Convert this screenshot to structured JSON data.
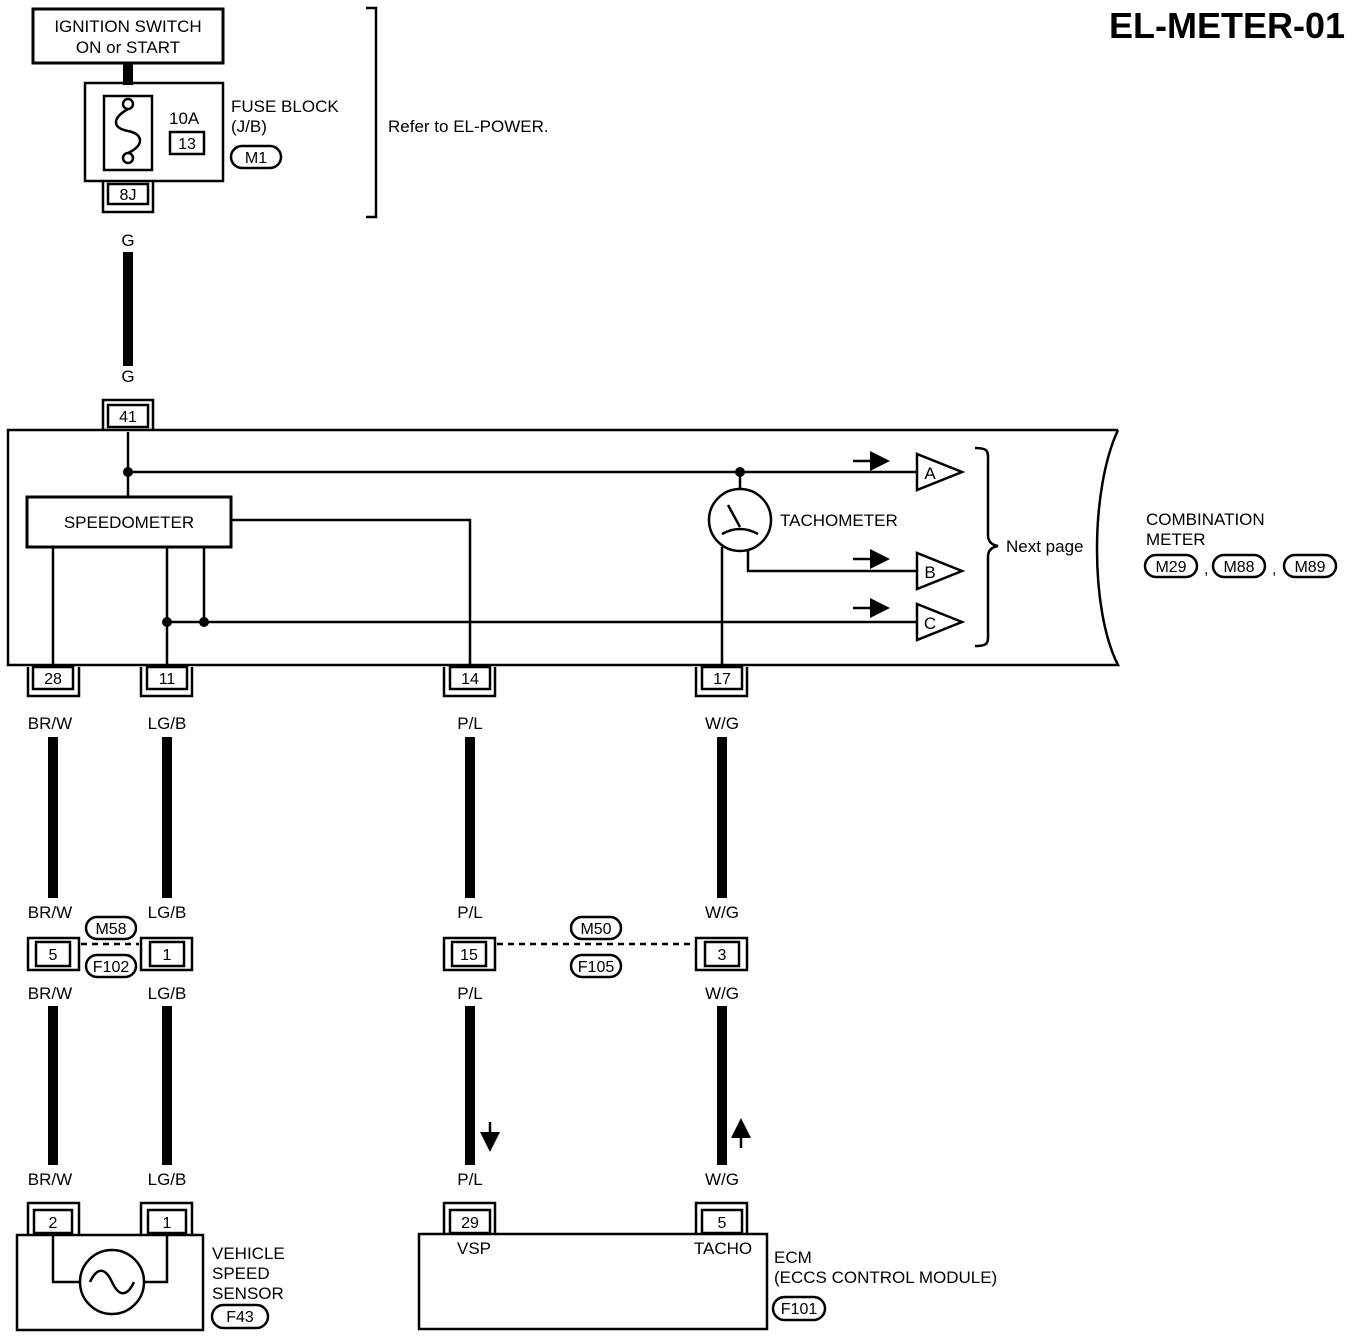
{
  "page_id": "EL-METER-01",
  "ignition": {
    "line1": "IGNITION SWITCH",
    "line2": "ON or START"
  },
  "fuse_block": {
    "rating": "10A",
    "number": "13",
    "name": "FUSE BLOCK",
    "sub": "(J/B)",
    "connector": "M1",
    "terminal": "8J"
  },
  "refer_note": "Refer to EL-POWER.",
  "wire_colors": {
    "g": "G",
    "brw": "BR/W",
    "lgb": "LG/B",
    "pl": "P/L",
    "wg": "W/G"
  },
  "combination_meter": {
    "name1": "COMBINATION",
    "name2": "METER",
    "connectors": [
      "M29",
      "M88",
      "M89"
    ],
    "connector_sep": ",",
    "terminals": {
      "t41": "41",
      "t28": "28",
      "t11": "11",
      "t14": "14",
      "t17": "17"
    },
    "speedometer": "SPEEDOMETER",
    "tachometer": "TACHOMETER",
    "next_page": "Next page",
    "offpage": [
      "A",
      "B",
      "C"
    ]
  },
  "harness_connectors": {
    "left": {
      "top": "M58",
      "bottom": "F102",
      "pins": [
        "5",
        "1"
      ]
    },
    "right": {
      "top": "M50",
      "bottom": "F105",
      "pins": [
        "15",
        "3"
      ]
    }
  },
  "vehicle_speed_sensor": {
    "line1": "VEHICLE",
    "line2": "SPEED",
    "line3": "SENSOR",
    "connector": "F43",
    "pins": [
      "2",
      "1"
    ]
  },
  "ecm": {
    "line1": "ECM",
    "line2": "(ECCS CONTROL MODULE)",
    "connector": "F101",
    "pin_vsp": "29",
    "pin_tacho": "5",
    "label_vsp": "VSP",
    "label_tacho": "TACHO"
  }
}
